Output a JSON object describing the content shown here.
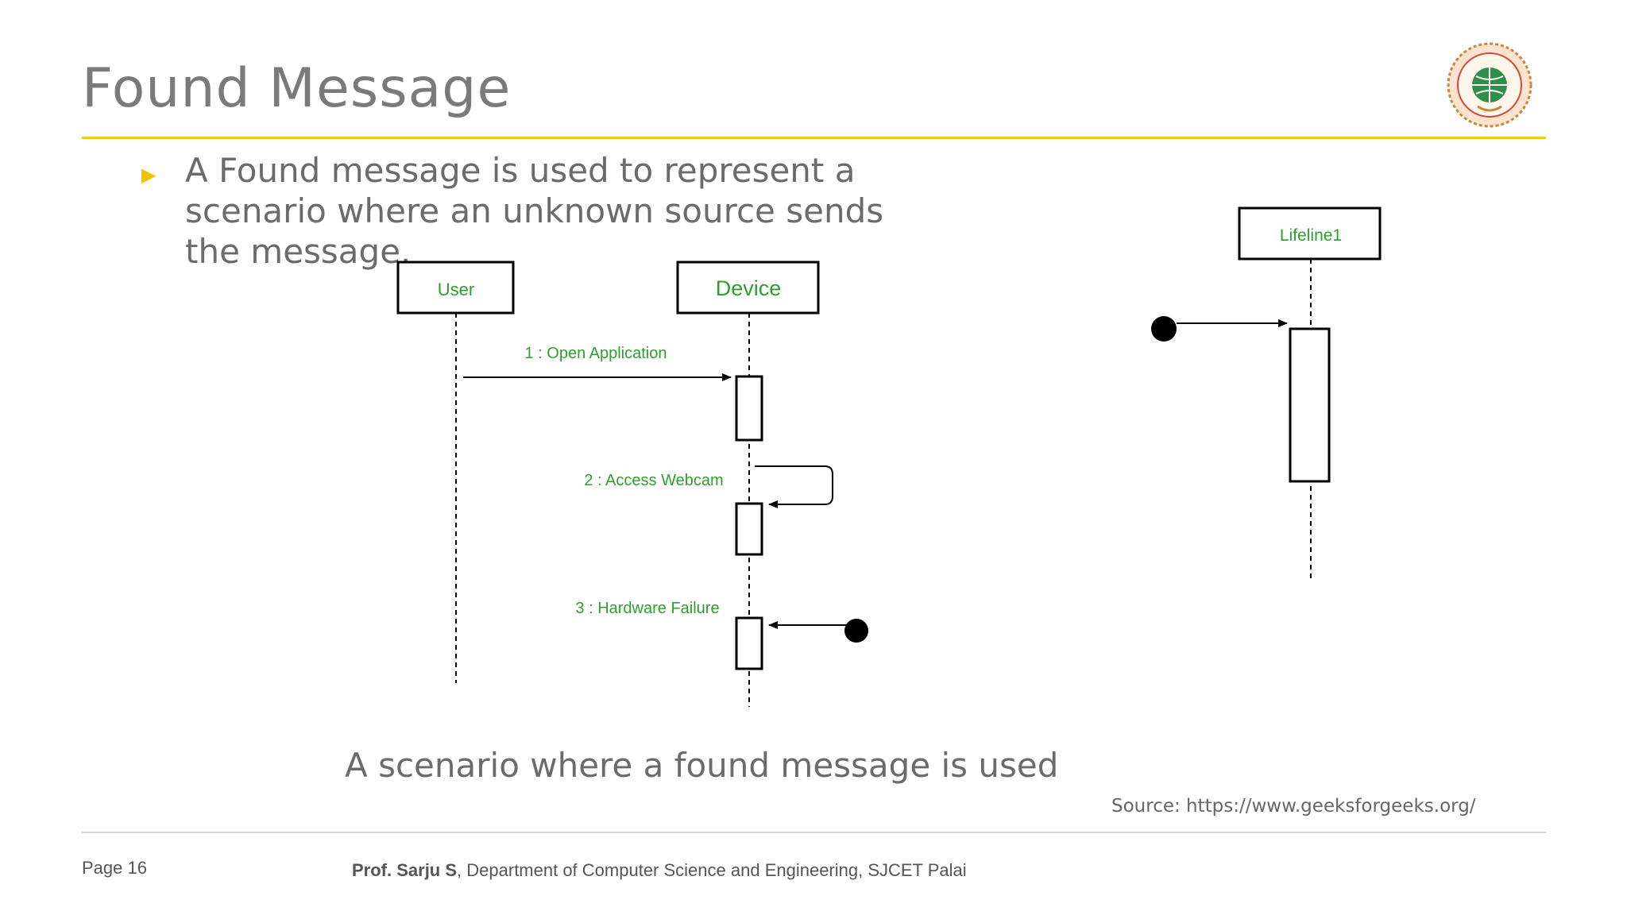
{
  "slide": {
    "title": "Found Message",
    "bullet": "A Found message is used to represent a scenario where an unknown source sends the message.",
    "caption": "A scenario where a found message is used",
    "source": "Source: https://www.geeksforgeeks.org/"
  },
  "diagram_left": {
    "lifelines": [
      "User",
      "Device"
    ],
    "messages": [
      "1 : Open Application",
      "2 : Access Webcam",
      "3 : Hardware Failure"
    ]
  },
  "diagram_right": {
    "lifeline": "Lifeline1"
  },
  "footer": {
    "page": "Page 16",
    "author": "Prof. Sarju S",
    "department": ", Department of Computer Science and Engineering, SJCET Palai"
  },
  "colors": {
    "accent": "#f2c91c",
    "diagram_text": "#2e9e2e",
    "body_text": "#6b6b6b"
  },
  "icons": [
    "college-logo-icon",
    "bullet-triangle-icon"
  ]
}
